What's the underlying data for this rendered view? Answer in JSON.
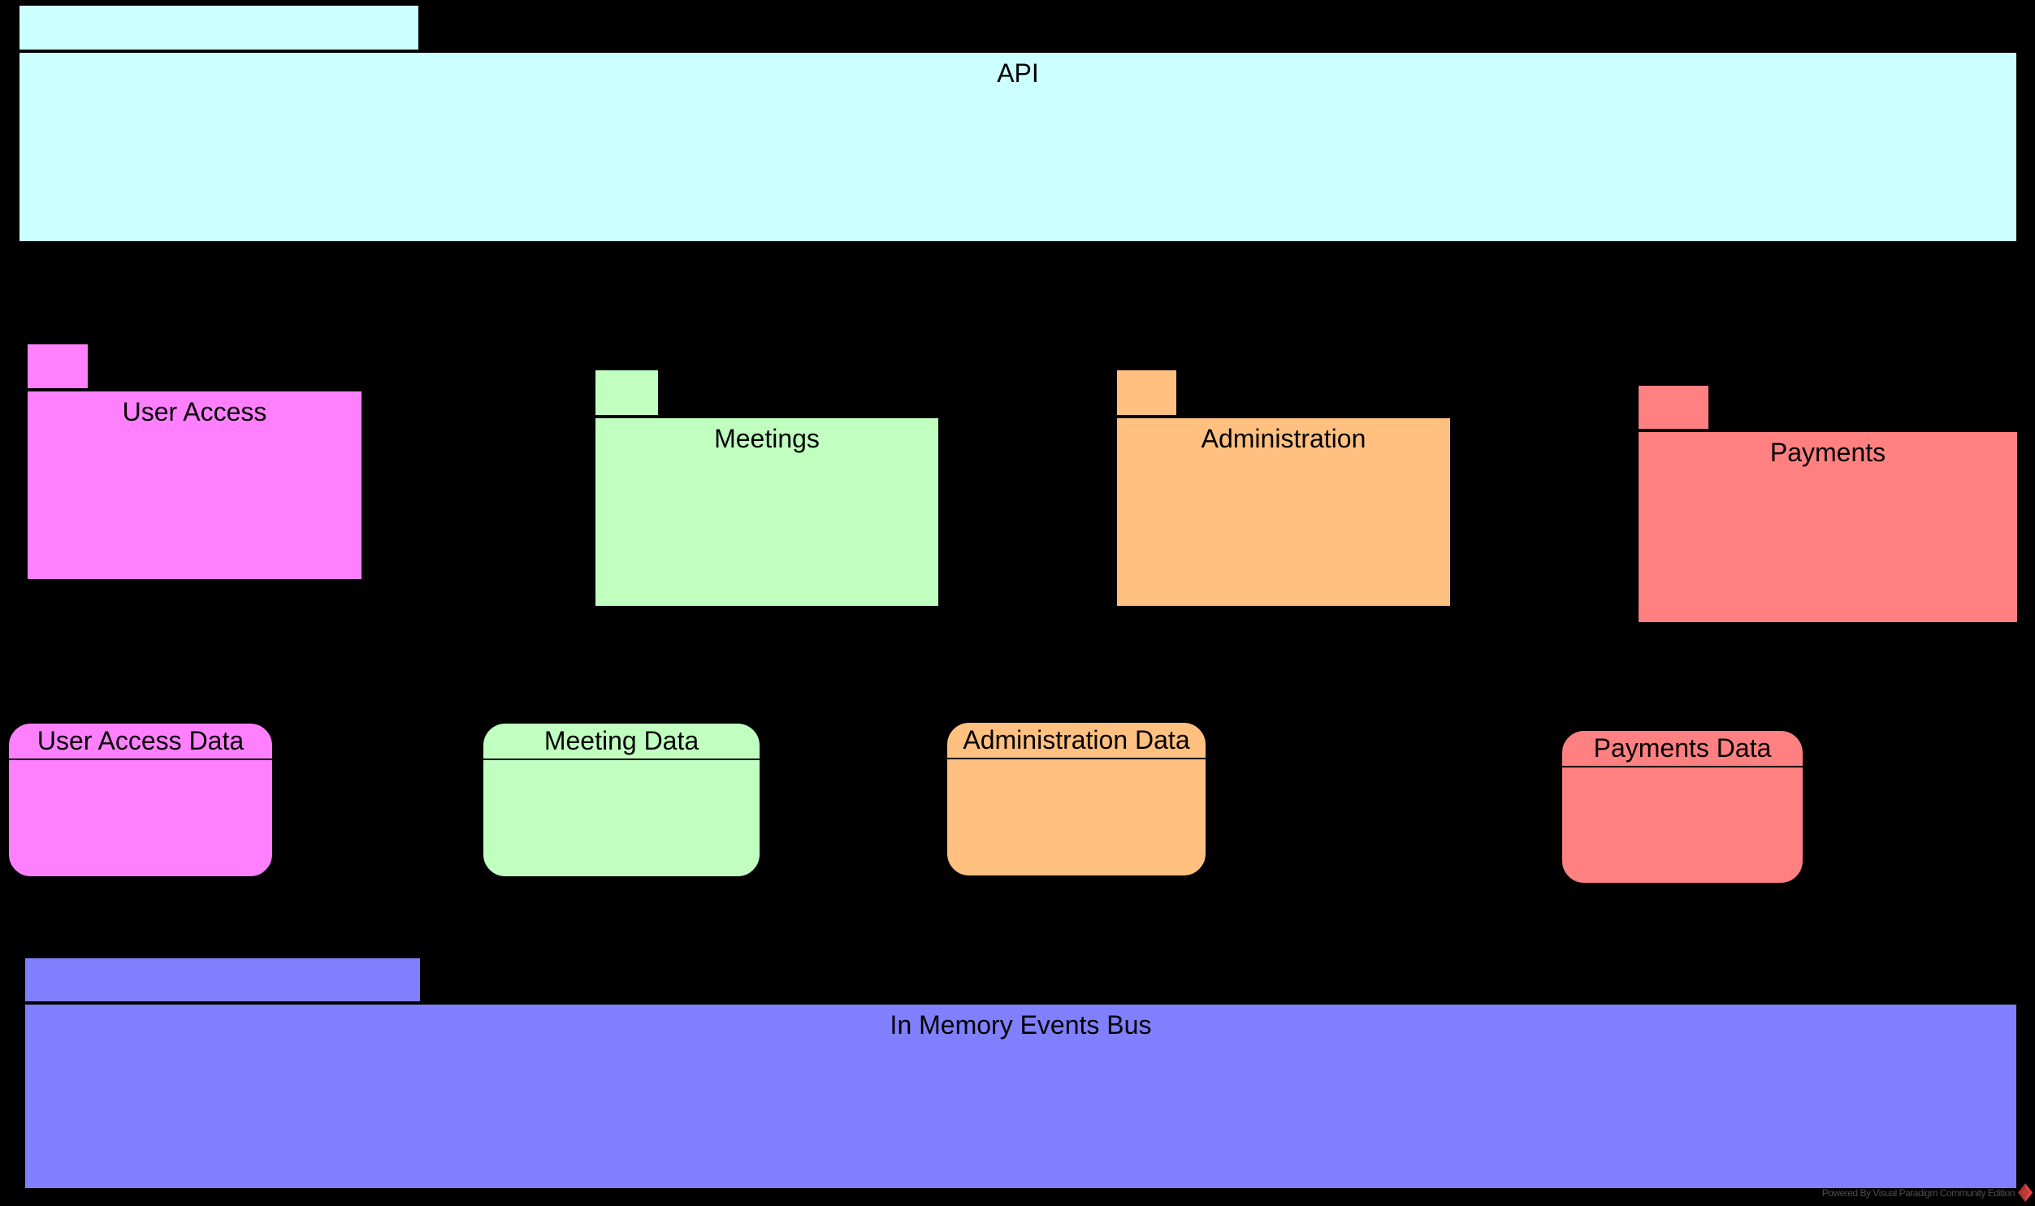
{
  "diagram": {
    "background_color": "#000000",
    "border_color": "#000000",
    "packages": [
      {
        "id": "api",
        "label": "API",
        "color": "#CCFFFF"
      },
      {
        "id": "user-access",
        "label": "User Access",
        "color": "#FF80FF"
      },
      {
        "id": "meetings",
        "label": "Meetings",
        "color": "#C0FFC0"
      },
      {
        "id": "administration",
        "label": "Administration",
        "color": "#FFC080"
      },
      {
        "id": "payments",
        "label": "Payments",
        "color": "#FF8080"
      },
      {
        "id": "events-bus",
        "label": "In Memory Events Bus",
        "color": "#8080FF"
      }
    ],
    "data_stores": [
      {
        "id": "user-access-data",
        "label": "User Access Data",
        "color": "#FF80FF"
      },
      {
        "id": "meeting-data",
        "label": "Meeting Data",
        "color": "#C0FFC0"
      },
      {
        "id": "administration-data",
        "label": "Administration Data",
        "color": "#FFC080"
      },
      {
        "id": "payments-data",
        "label": "Payments Data",
        "color": "#FF8080"
      }
    ],
    "watermark": {
      "text": "Powered By Visual Paradigm Community Edition",
      "logo": "visual-paradigm-logo-icon",
      "logo_colors": {
        "dark": "#A83232",
        "bright": "#E04444"
      }
    }
  }
}
